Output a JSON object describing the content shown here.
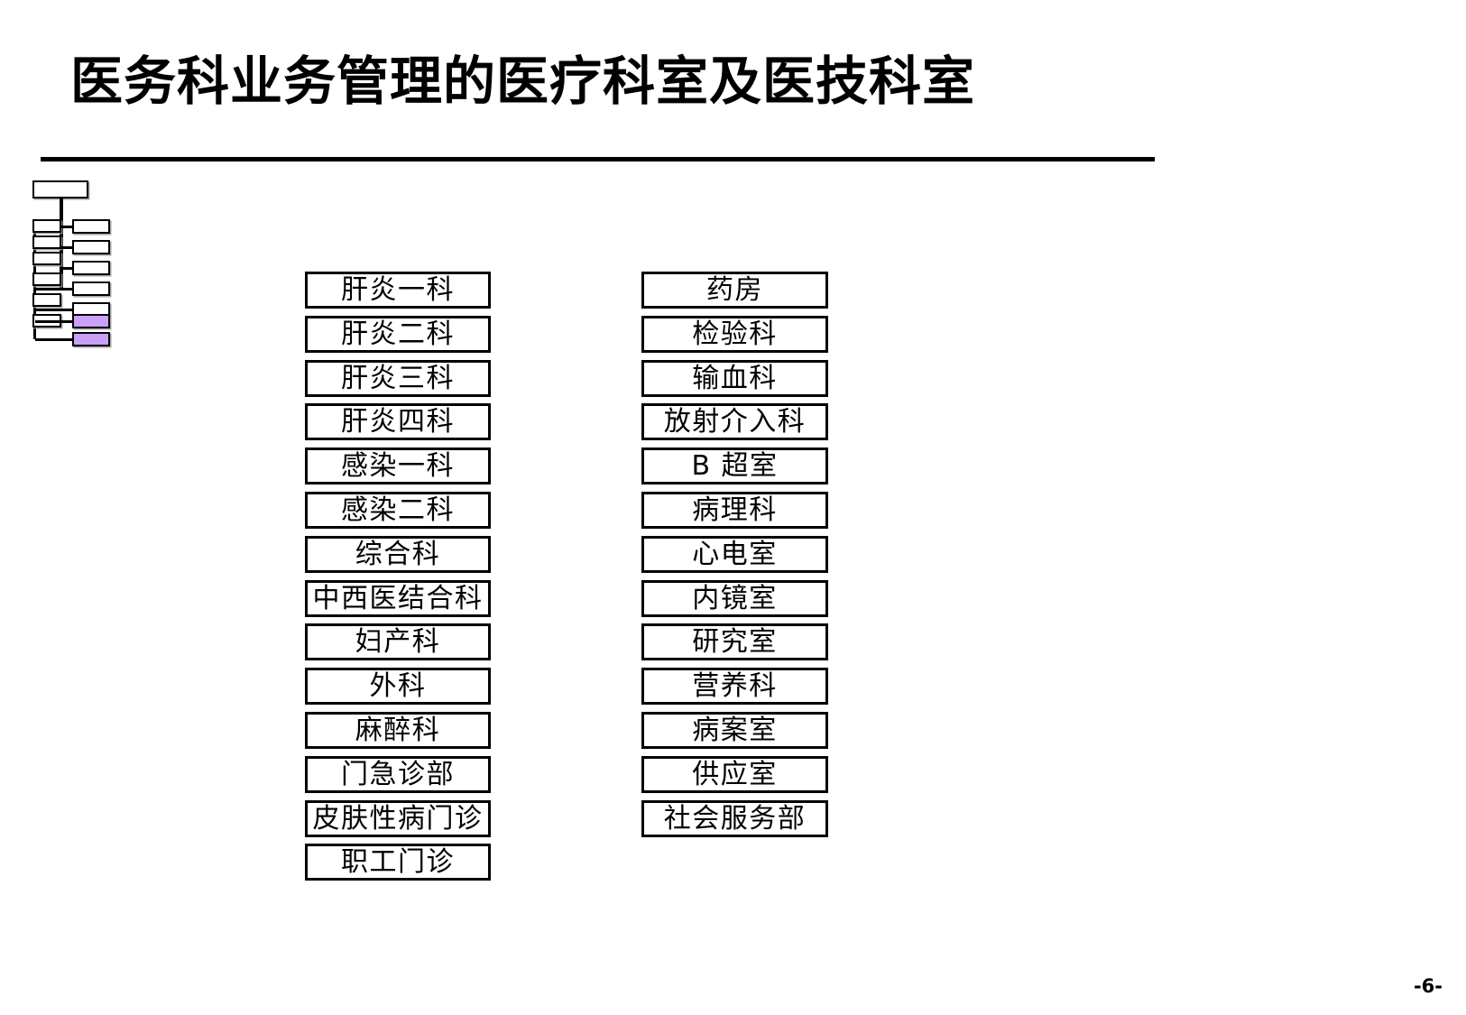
{
  "slide": {
    "title": "医务科业务管理的医疗科室及医技科室",
    "page_number": "-6-"
  },
  "thumbnail": {
    "highlight_color": "#C9A0F5",
    "box_count": 7,
    "highlighted_indices": [
      5,
      6
    ]
  },
  "columns": [
    {
      "name": "medical-departments",
      "boxes": [
        {
          "label": "肝炎一科",
          "overflow": false
        },
        {
          "label": "肝炎二科",
          "overflow": false
        },
        {
          "label": "肝炎三科",
          "overflow": false
        },
        {
          "label": "肝炎四科",
          "overflow": false
        },
        {
          "label": "感染一科",
          "overflow": false
        },
        {
          "label": "感染二科",
          "overflow": false
        },
        {
          "label": "综合科",
          "overflow": false
        },
        {
          "label": "中西医结合科",
          "overflow": true
        },
        {
          "label": "妇产科",
          "overflow": false
        },
        {
          "label": "外科",
          "overflow": false
        },
        {
          "label": "麻醉科",
          "overflow": false
        },
        {
          "label": "门急诊部",
          "overflow": false
        },
        {
          "label": "皮肤性病门诊",
          "overflow": true
        },
        {
          "label": "职工门诊",
          "overflow": false
        }
      ]
    },
    {
      "name": "medical-technology-departments",
      "boxes": [
        {
          "label": "药房",
          "overflow": false
        },
        {
          "label": "检验科",
          "overflow": false
        },
        {
          "label": "输血科",
          "overflow": false
        },
        {
          "label": "放射介入科",
          "overflow": false
        },
        {
          "label": "B 超室",
          "overflow": false
        },
        {
          "label": "病理科",
          "overflow": false
        },
        {
          "label": "心电室",
          "overflow": false
        },
        {
          "label": "内镜室",
          "overflow": false
        },
        {
          "label": "研究室",
          "overflow": false
        },
        {
          "label": "营养科",
          "overflow": false
        },
        {
          "label": "病案室",
          "overflow": false
        },
        {
          "label": "供应室",
          "overflow": false
        },
        {
          "label": "社会服务部",
          "overflow": false
        }
      ]
    }
  ]
}
